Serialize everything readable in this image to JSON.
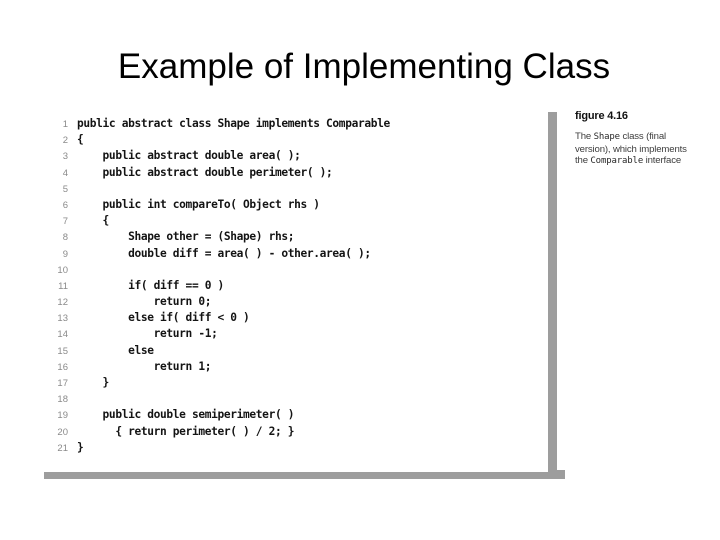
{
  "slide": {
    "title": "Example of Implementing Class",
    "background_color": "#ffffff",
    "shadow_color": "#9d9d9d",
    "code_color": "#141414",
    "line_number_color": "#8a8a8a"
  },
  "code_listing": {
    "language": "Java",
    "line_count": 21,
    "lines": [
      {
        "n": "1",
        "text": "public abstract class Shape implements Comparable"
      },
      {
        "n": "2",
        "text": "{"
      },
      {
        "n": "3",
        "text": "    public abstract double area( );"
      },
      {
        "n": "4",
        "text": "    public abstract double perimeter( );"
      },
      {
        "n": "5",
        "text": ""
      },
      {
        "n": "6",
        "text": "    public int compareTo( Object rhs )"
      },
      {
        "n": "7",
        "text": "    {"
      },
      {
        "n": "8",
        "text": "        Shape other = (Shape) rhs;"
      },
      {
        "n": "9",
        "text": "        double diff = area( ) - other.area( );"
      },
      {
        "n": "10",
        "text": ""
      },
      {
        "n": "11",
        "text": "        if( diff == 0 )"
      },
      {
        "n": "12",
        "text": "            return 0;"
      },
      {
        "n": "13",
        "text": "        else if( diff < 0 )"
      },
      {
        "n": "14",
        "text": "            return -1;"
      },
      {
        "n": "15",
        "text": "        else"
      },
      {
        "n": "16",
        "text": "            return 1;"
      },
      {
        "n": "17",
        "text": "    }"
      },
      {
        "n": "18",
        "text": ""
      },
      {
        "n": "19",
        "text": "    public double semiperimeter( )"
      },
      {
        "n": "20",
        "text": "      { return perimeter( ) / 2; }"
      },
      {
        "n": "21",
        "text": "}"
      }
    ]
  },
  "caption": {
    "figure_number": "figure 4.16",
    "text_part_1": "The ",
    "class_name": "Shape",
    "text_part_2": " class (final version), which implements the ",
    "interface_name": "Comparable",
    "text_part_3": " interface",
    "full_text": "The Shape class (final version), which implements the Comparable interface"
  }
}
